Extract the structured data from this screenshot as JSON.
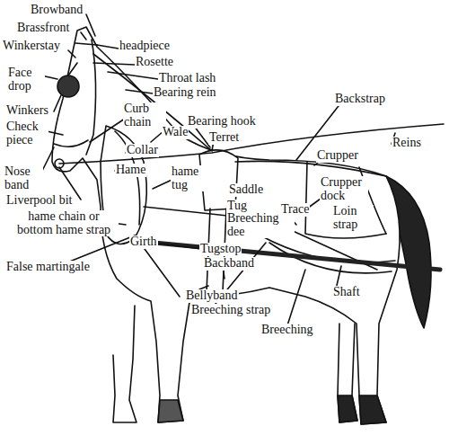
{
  "diagram": {
    "labels": [
      "Browband",
      "Brassfront",
      "Winkerstay",
      "headpiece",
      "Rosette",
      "Face drop",
      "Throat lash",
      "Bearing rein",
      "Winkers",
      "Curb chain",
      "Wale",
      "Bearing hook",
      "Backstrap",
      "Check piece",
      "Terret",
      "Reins",
      "Collar",
      "Crupper",
      "Hame",
      "Nose band",
      "hame tug",
      "Saddle",
      "Crupper dock",
      "Liverpool bit",
      "Tug",
      "Breeching dee",
      "Trace",
      "Loin strap",
      "hame chain or bottom hame strap",
      "Girth",
      "Tugstop",
      "Backband",
      "False martingale",
      "Bellyband",
      "Breeching strap",
      "Shaft",
      "Breeching"
    ]
  }
}
